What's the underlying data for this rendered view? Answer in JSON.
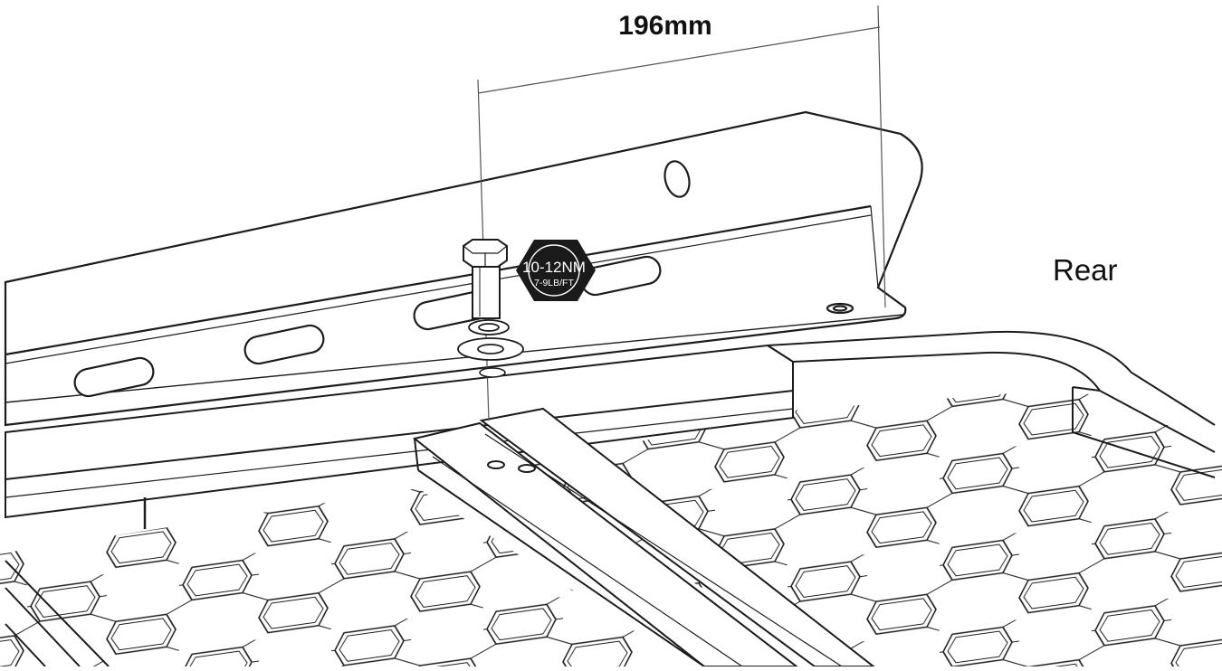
{
  "dimension": {
    "label": "196mm"
  },
  "direction": {
    "label": "Rear"
  },
  "torque_badge": {
    "line1": "10-12NM",
    "line2": "7-9LB/FT",
    "color": "#1a1a1a"
  },
  "colors": {
    "line": "#1c1c1c",
    "fill": "#ffffff"
  },
  "parts": [
    "rack-tray-mesh-floor",
    "mounting-bracket",
    "hex-bolt",
    "lock-washer",
    "flat-washer",
    "crossbar"
  ]
}
